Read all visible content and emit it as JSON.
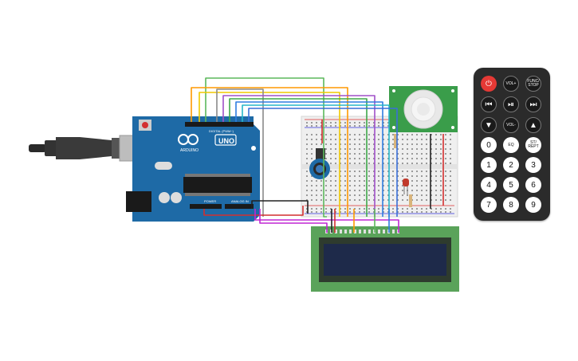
{
  "arduino": {
    "logo": "ARDUINO",
    "model": "UNO",
    "digital_label": "DIGITAL (PWM~)",
    "power_label": "POWER",
    "analog_label": "ANALOG IN"
  },
  "remote": {
    "buttons": [
      {
        "id": "power",
        "label": "⏻",
        "style": "power"
      },
      {
        "id": "vol-up",
        "label": "VOL+",
        "style": "dark-small"
      },
      {
        "id": "func-stop",
        "label": "FUNC/\nSTOP",
        "style": "dark-small"
      },
      {
        "id": "rewind",
        "label": "⏮",
        "style": "dark"
      },
      {
        "id": "play-pause",
        "label": "⏯",
        "style": "dark"
      },
      {
        "id": "fast-forward",
        "label": "⏭",
        "style": "dark"
      },
      {
        "id": "down",
        "label": "▼",
        "style": "dark"
      },
      {
        "id": "vol-down",
        "label": "VOL-",
        "style": "dark-small"
      },
      {
        "id": "up",
        "label": "▲",
        "style": "dark"
      },
      {
        "id": "zero",
        "label": "0",
        "style": "light"
      },
      {
        "id": "eq",
        "label": "EQ",
        "style": "light-small"
      },
      {
        "id": "st-rept",
        "label": "ST/\nREPT",
        "style": "light-small"
      },
      {
        "id": "one",
        "label": "1",
        "style": "light"
      },
      {
        "id": "two",
        "label": "2",
        "style": "light"
      },
      {
        "id": "three",
        "label": "3",
        "style": "light"
      },
      {
        "id": "four",
        "label": "4",
        "style": "light"
      },
      {
        "id": "five",
        "label": "5",
        "style": "light"
      },
      {
        "id": "six",
        "label": "6",
        "style": "light"
      },
      {
        "id": "seven",
        "label": "7",
        "style": "light"
      },
      {
        "id": "eight",
        "label": "8",
        "style": "light"
      },
      {
        "id": "nine",
        "label": "9",
        "style": "light"
      }
    ]
  },
  "colors": {
    "arduino_board": "#1e6aa6",
    "breadboard": "#efefef",
    "lcd_pcb": "#5aa35a",
    "lcd_screen": "#1e2a4a",
    "pir_pcb": "#3a9d4a",
    "remote_body": "#2b2b2b",
    "power_button": "#e53935"
  }
}
